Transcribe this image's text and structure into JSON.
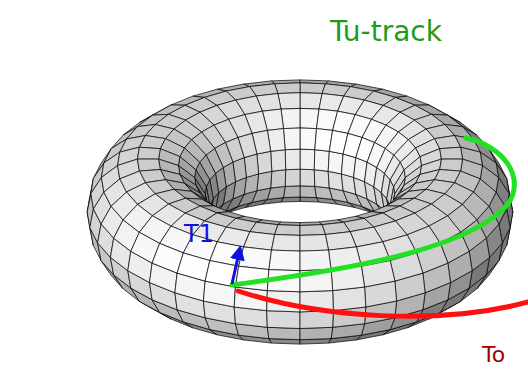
{
  "diagram": {
    "labels": [
      "Tu-track",
      "T1",
      "To"
    ]
  }
}
